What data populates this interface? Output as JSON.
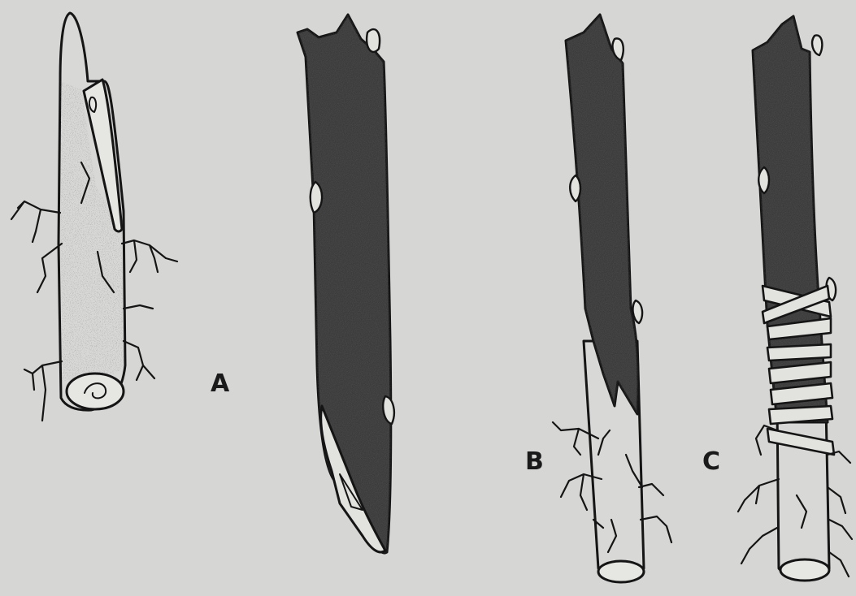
{
  "labels": {
    "a": "A",
    "b": "B",
    "c": "C"
  },
  "colors": {
    "background": "#d6d6d4",
    "bark": "#3b3b3b",
    "ink": "#151515",
    "wood": "#dcdcda",
    "tie": "#e2e2df"
  }
}
